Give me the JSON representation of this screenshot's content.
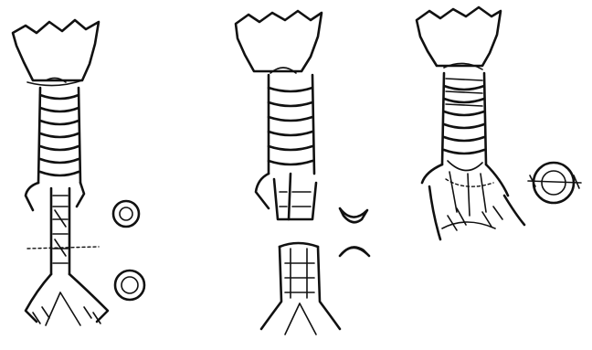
{
  "figure": {
    "panels": [
      {
        "id": "panel-1",
        "illustration": "trachea-with-stenotic-segment-and-cross-sections"
      },
      {
        "id": "panel-2",
        "illustration": "trachea-divided-with-resected-rings"
      },
      {
        "id": "panel-3",
        "illustration": "trachea-anastomosis-with-cross-section"
      }
    ],
    "colors": {
      "ink": "#111111",
      "background": "#ffffff"
    }
  }
}
